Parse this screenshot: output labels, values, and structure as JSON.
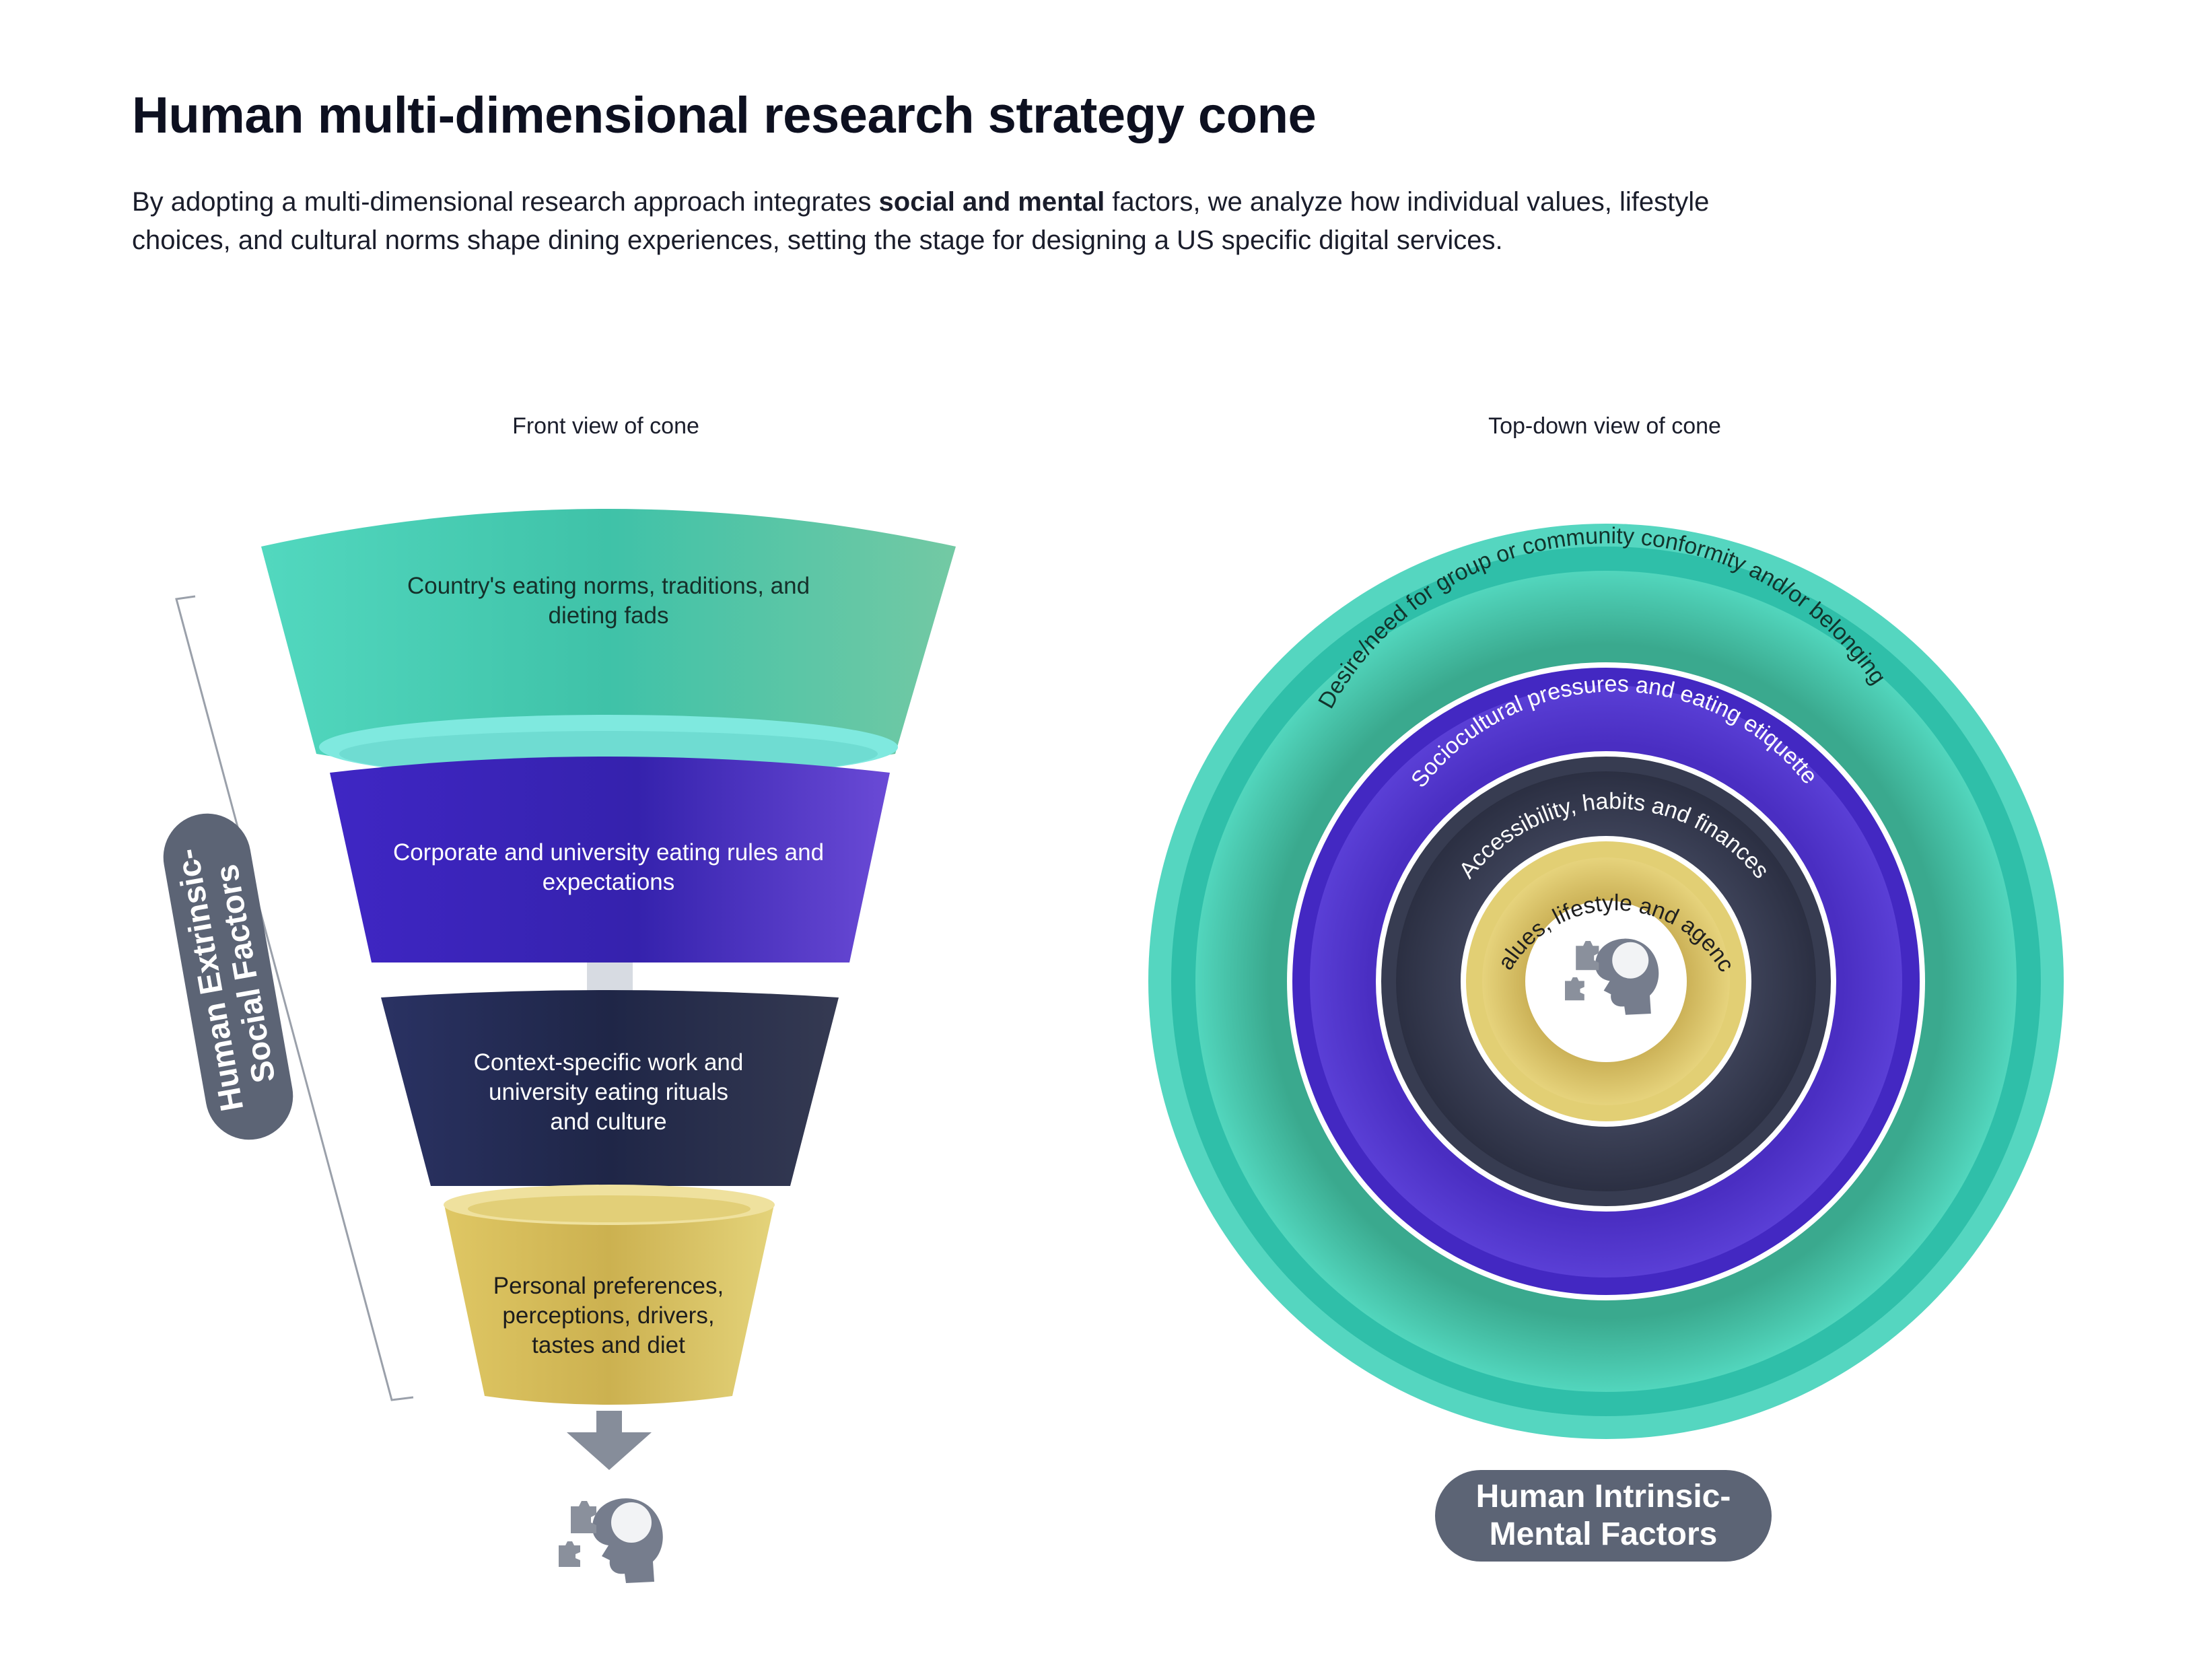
{
  "header": {
    "title": "Human multi-dimensional research strategy cone",
    "intro_before": "By adopting a multi-dimensional research approach  integrates ",
    "intro_bold": "social and mental",
    "intro_after": " factors, we analyze how individual values, lifestyle choices, and cultural norms shape dining experiences, setting the stage for designing a US specific digital services."
  },
  "front_view": {
    "label": "Front view of cone",
    "layers": [
      {
        "line1": "Country's eating norms, traditions, and",
        "line2": "dieting fads",
        "line3": "",
        "color": "#45c9b1"
      },
      {
        "line1": "Corporate and university eating rules and",
        "line2": "expectations",
        "line3": "",
        "color": "#4a2fc0"
      },
      {
        "line1": "Context-specific work and",
        "line2": "university eating rituals",
        "line3": "and culture",
        "color": "#2a3152"
      },
      {
        "line1": "Personal preferences,",
        "line2": "perceptions, drivers,",
        "line3": "tastes and diet",
        "color": "#d9c25e"
      }
    ],
    "side_pill": {
      "line1": "Human Extrinsic-",
      "line2": "Social Factors"
    }
  },
  "top_view": {
    "label": "Top-down view of cone",
    "rings": [
      {
        "text": "Desire/need for group or community conformity and/or belonging",
        "color": "#45c9b1"
      },
      {
        "text": "Sociocultural pressures and eating etiquette",
        "color": "#4a2fc0"
      },
      {
        "text": "Accessibility, habits and finances",
        "color": "#3a3f55"
      },
      {
        "text": "Values, lifestyle and agency",
        "color": "#d9c25e"
      }
    ],
    "bottom_pill": {
      "line1": "Human Intrinsic-",
      "line2": "Mental Factors"
    }
  },
  "icons": {
    "head": "head-puzzle-icon",
    "arrow": "arrow-down-icon"
  }
}
